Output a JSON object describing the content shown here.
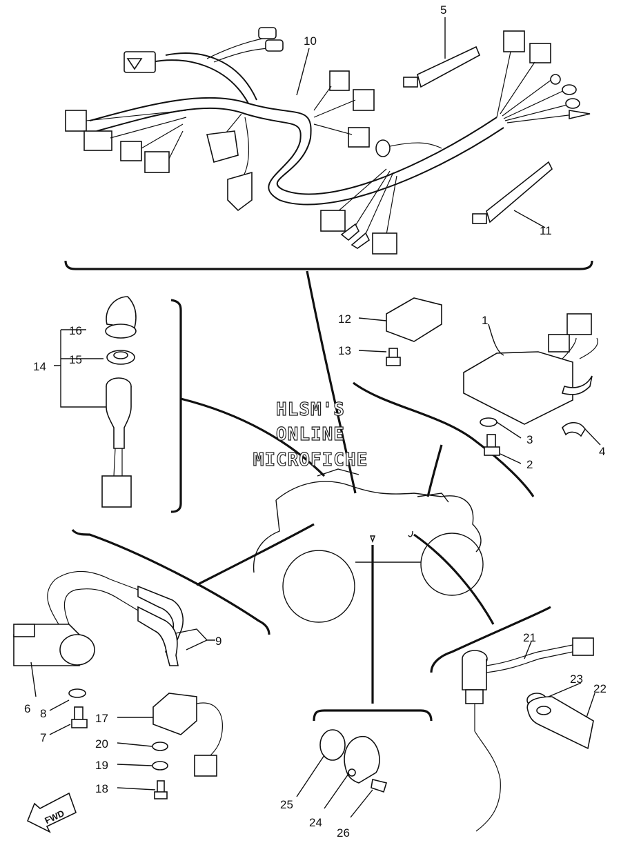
{
  "watermark": {
    "line1": "HLSM'S",
    "line2": "ONLINE",
    "line3": "MICROFICHE"
  },
  "fwd_label": "FWD",
  "callouts": {
    "c1": "1",
    "c2": "2",
    "c3": "3",
    "c4": "4",
    "c5": "5",
    "c6": "6",
    "c7": "7",
    "c8": "8",
    "c9": "9",
    "c10": "10",
    "c11": "11",
    "c12": "12",
    "c13": "13",
    "c14": "14",
    "c15": "15",
    "c16": "16",
    "c17": "17",
    "c18": "18",
    "c19": "19",
    "c20": "20",
    "c21": "21",
    "c22": "22",
    "c23": "23",
    "c24": "24",
    "c25": "25",
    "c26": "26"
  }
}
